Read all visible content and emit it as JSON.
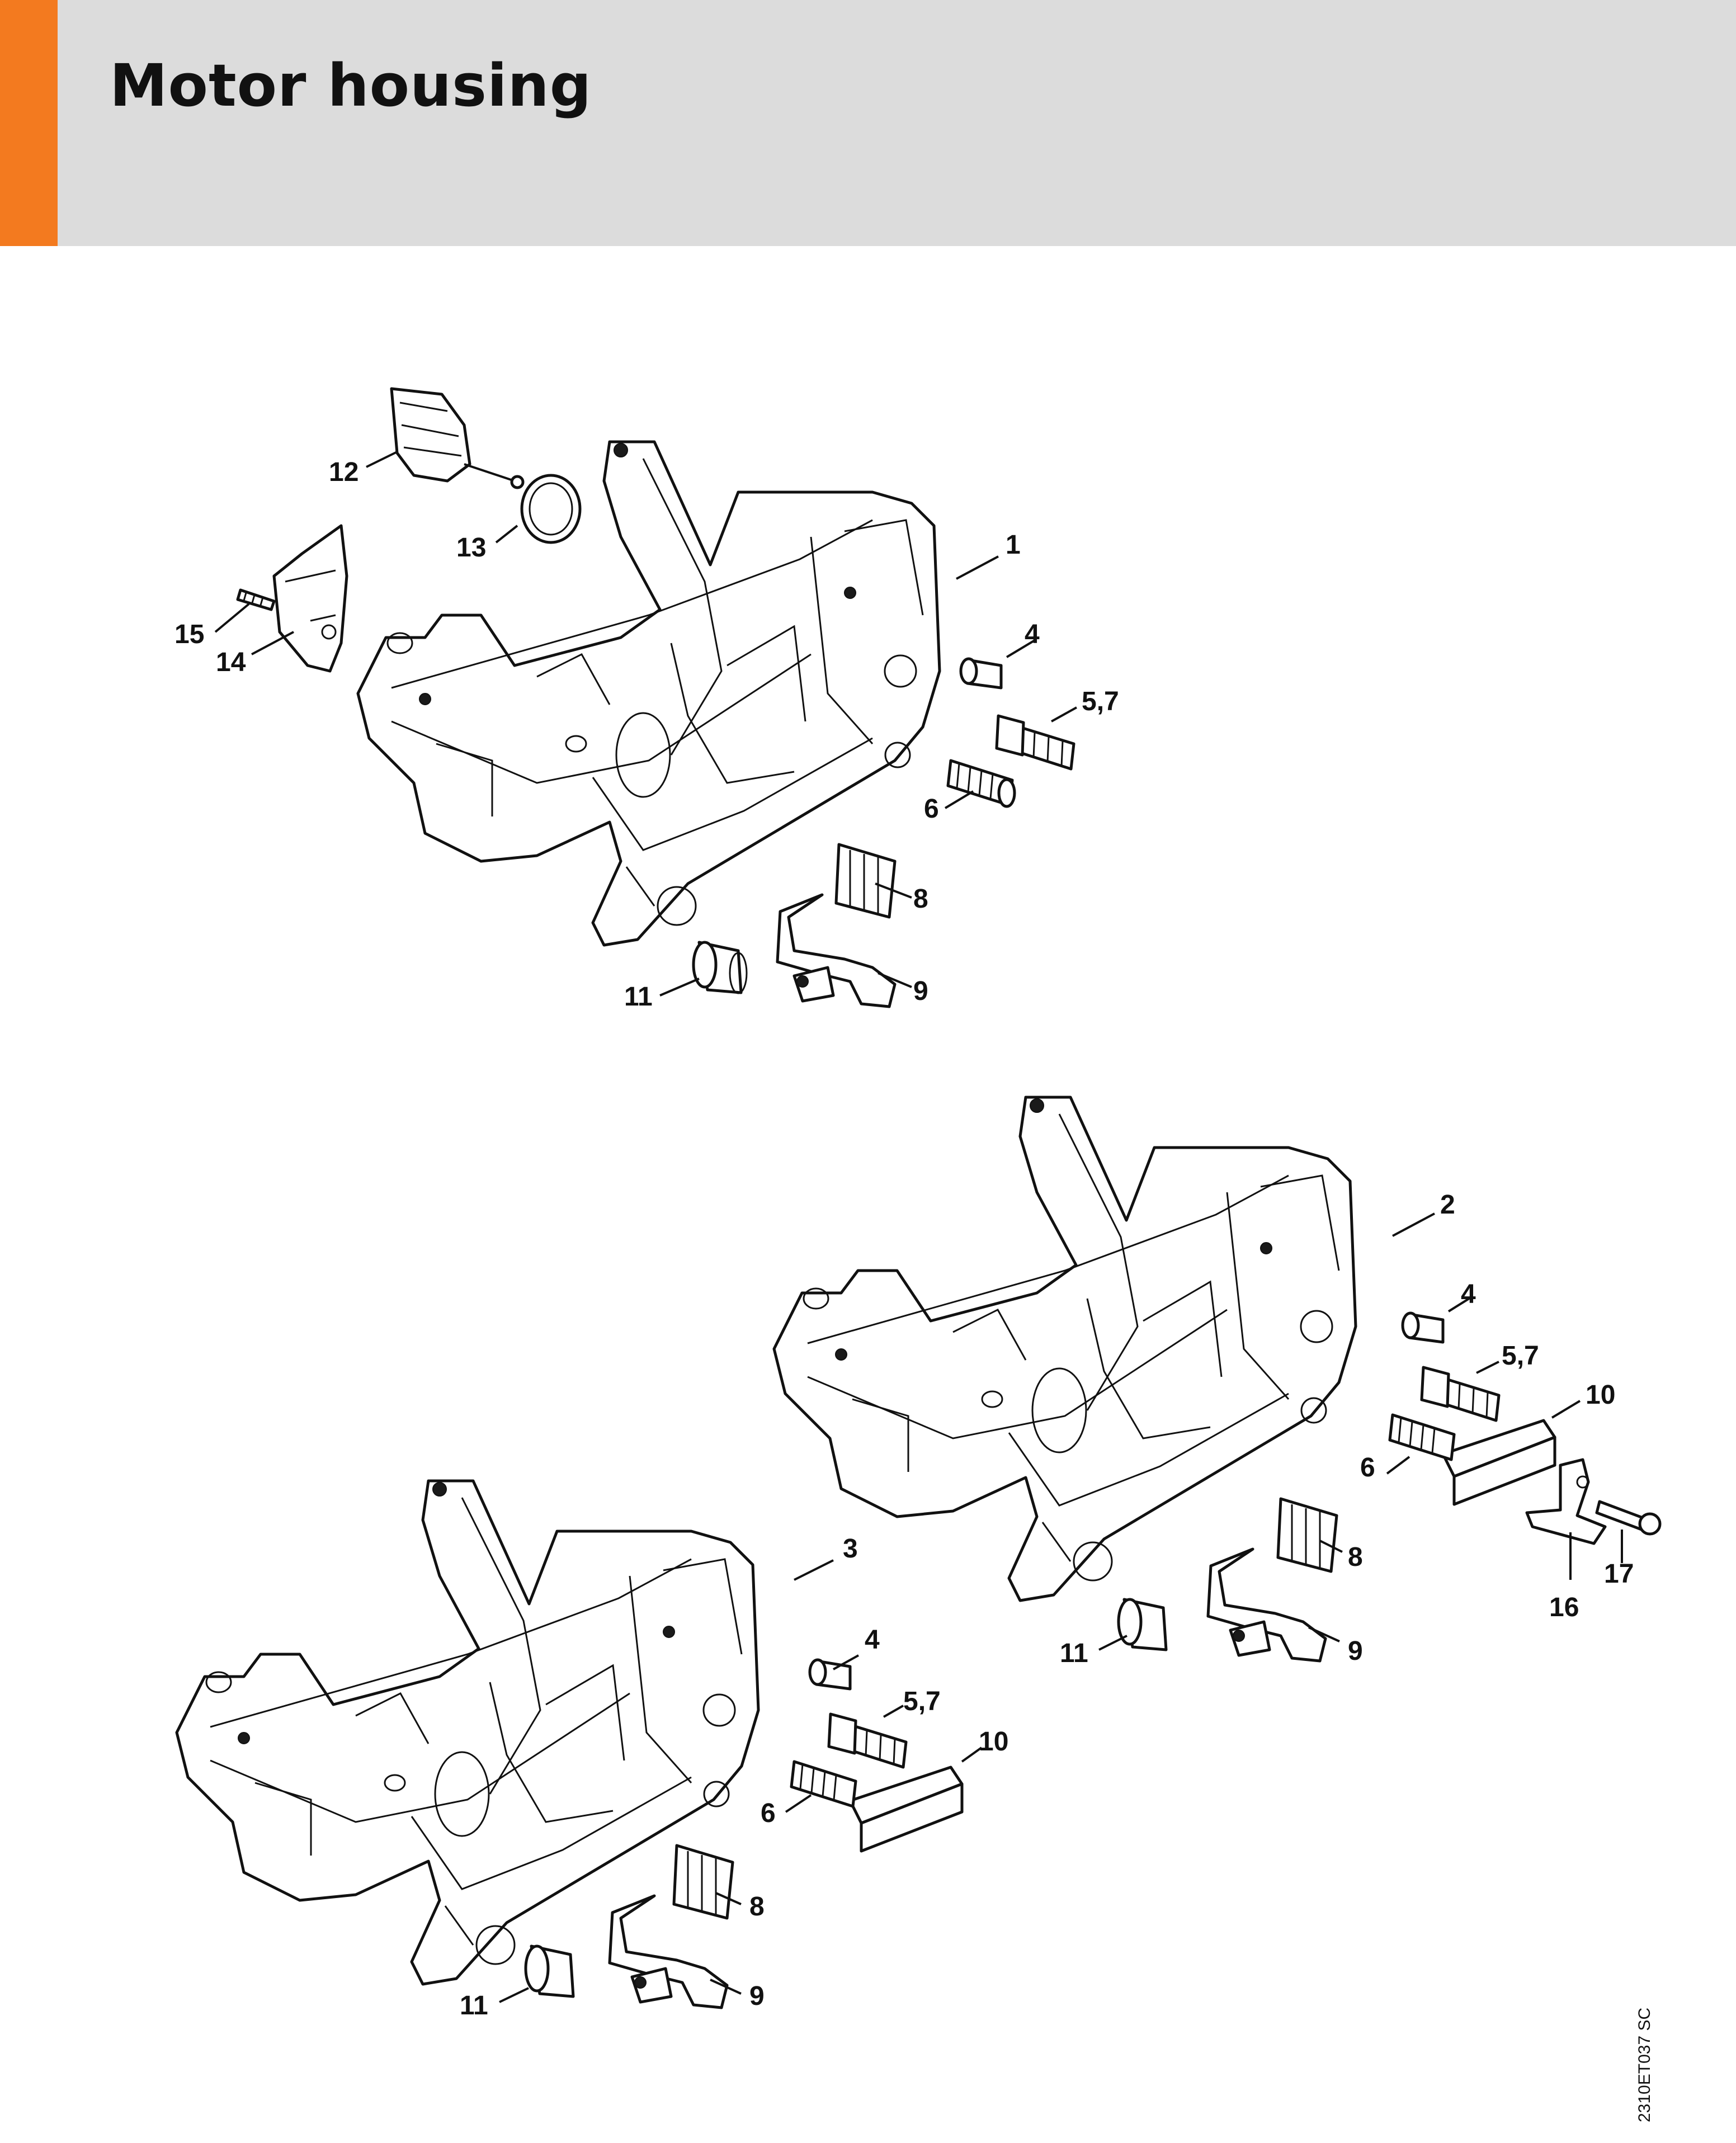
{
  "header": {
    "title": "Motor housing",
    "accent_color": "#f37a1f",
    "band_color": "#dcdcdc"
  },
  "drawing_code": "2310ET037 SC",
  "callouts": {
    "top": [
      "12",
      "13",
      "1",
      "15",
      "14",
      "4",
      "5,7",
      "6",
      "8",
      "11",
      "9"
    ],
    "middle": [
      "2",
      "4",
      "5,7",
      "10",
      "6",
      "8",
      "16",
      "17",
      "11",
      "9"
    ],
    "bottom": [
      "3",
      "4",
      "5,7",
      "10",
      "6",
      "8",
      "11",
      "9"
    ]
  }
}
